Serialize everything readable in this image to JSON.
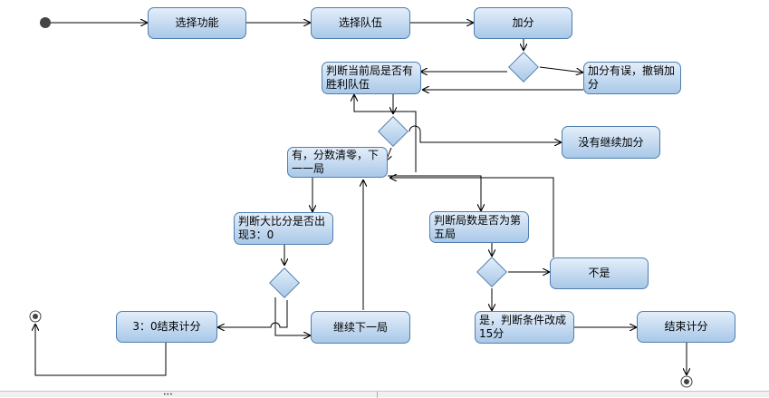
{
  "nodes": {
    "select_function": "选择功能",
    "select_team": "选择队伍",
    "add_score": "加分",
    "check_winner": "判断当前局是否有胜利队伍",
    "score_error_undo": "加分有误，撤销加分",
    "no_continue_add": "没有继续加分",
    "clear_next_round": "有，分数清零，下一一局",
    "check_big_score": "判断大比分是否出现3：0",
    "check_round_five": "判断局数是否为第五局",
    "not_five": "不是",
    "end_score_3_0": "3：0结束计分",
    "continue_next_round": "继续下一局",
    "yes_change_condition": "是，判断条件改成15分",
    "end_scoring": "结束计分"
  },
  "colors": {
    "node_fill_top": "#e3eefa",
    "node_fill_bottom": "#a9c8e8",
    "node_border": "#4f7fae",
    "line": "#000000"
  }
}
